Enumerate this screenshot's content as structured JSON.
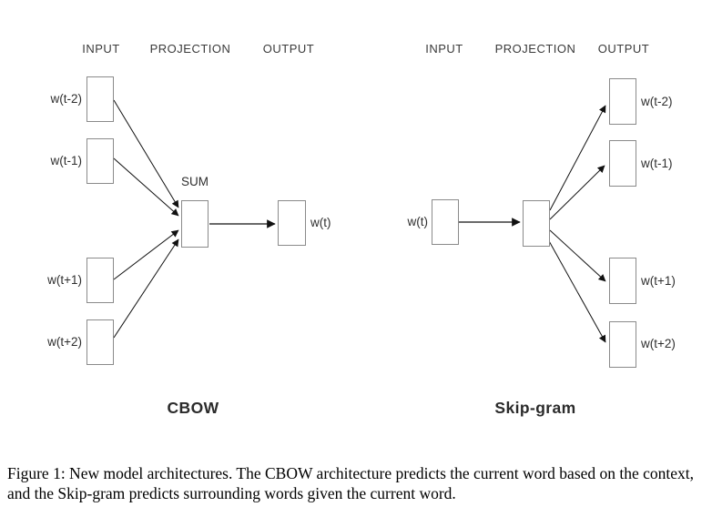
{
  "colors": {
    "box_border": "#8a8a8a",
    "arrow": "#111111",
    "diagram_text": "#2e2e2e",
    "caption_text": "#000000"
  },
  "cbow": {
    "title": "CBOW",
    "headers": [
      "INPUT",
      "PROJECTION",
      "OUTPUT"
    ],
    "sum_label": "SUM",
    "input_labels": [
      "w(t-2)",
      "w(t-1)",
      "w(t+1)",
      "w(t+2)"
    ],
    "output_label": "w(t)"
  },
  "skipgram": {
    "title": "Skip-gram",
    "headers": [
      "INPUT",
      "PROJECTION",
      "OUTPUT"
    ],
    "input_label": "w(t)",
    "output_labels": [
      "w(t-2)",
      "w(t-1)",
      "w(t+1)",
      "w(t+2)"
    ]
  },
  "figure": {
    "caption": "Figure 1: New model architectures. The CBOW architecture predicts the current word based on the context, and the Skip-gram predicts surrounding words given the current word."
  }
}
